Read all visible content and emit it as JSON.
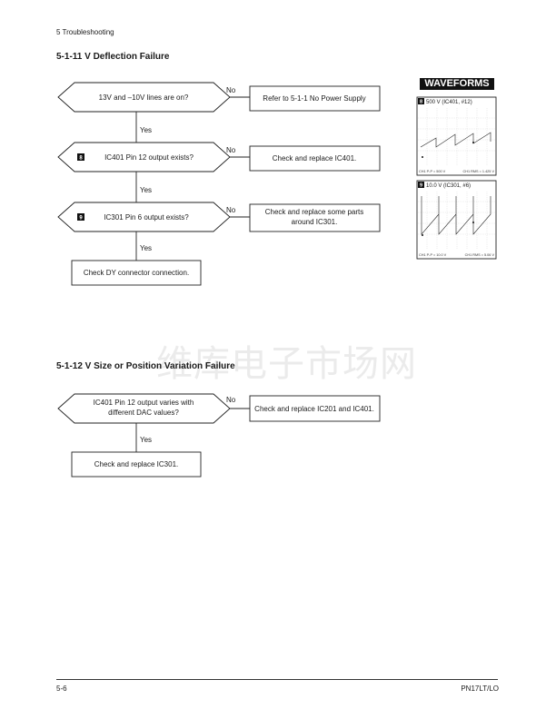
{
  "header": {
    "chapter": "5 Troubleshooting"
  },
  "sections": [
    {
      "title": "5-1-11 V Deflection Failure",
      "steps": [
        {
          "question": "13V and –10V lines are on?",
          "no_label": "No",
          "no_action": "Refer to 5-1-1 No Power Supply",
          "yes_label": "Yes"
        },
        {
          "marker": "8",
          "question": "IC401 Pin 12 output exists?",
          "no_label": "No",
          "no_action": "Check and replace IC401.",
          "yes_label": "Yes"
        },
        {
          "marker": "9",
          "question": "IC301 Pin 6 output exists?",
          "no_label": "No",
          "no_action_line1": "Check and replace some parts",
          "no_action_line2": "around IC301.",
          "yes_label": "Yes"
        }
      ],
      "final_action": "Check DY connector connection."
    },
    {
      "title": "5-1-12 V Size or Position Variation Failure",
      "steps": [
        {
          "question_line1": "IC401 Pin 12 output varies with",
          "question_line2": "different DAC values?",
          "no_label": "No",
          "no_action": "Check and replace IC201 and IC401.",
          "yes_label": "Yes"
        }
      ],
      "final_action": "Check and replace IC301."
    }
  ],
  "waveforms": {
    "title": "WAVEFORMS",
    "items": [
      {
        "marker": "8",
        "label": "500 V (IC401, #12)",
        "footer_left": "CH1 P-P = 500 V",
        "footer_right": "CH1 RMS = 1.425 V"
      },
      {
        "marker": "9",
        "label": "10.0 V (IC301, #6)",
        "footer_left": "CH1 P-P = 10.0 V",
        "footer_right": "CH1 RMS = 5.06 V"
      }
    ]
  },
  "watermark": "维库电子市场网",
  "footer": {
    "page": "5-6",
    "model": "PN17LT/LO"
  }
}
